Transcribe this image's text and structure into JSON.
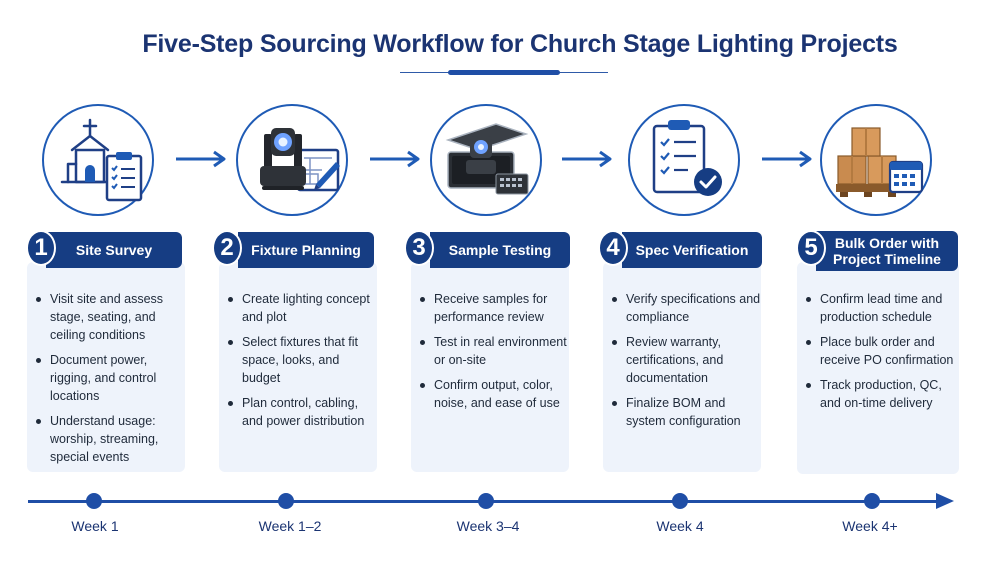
{
  "title": "Five-Step Sourcing Workflow for Church Stage Lighting Projects",
  "colors": {
    "navy": "#163d83",
    "accent": "#1f5bb5",
    "card_bg": "#eef3fb",
    "box_tan": "#c98b4f"
  },
  "steps": [
    {
      "number": "1",
      "title": "Site Survey",
      "icon": "church-clipboard-icon",
      "bullets": [
        "Visit site and assess stage, seating, and ceiling conditions",
        "Document power, rigging, and control locations",
        "Understand usage: worship, streaming, special events"
      ],
      "week": "Week 1"
    },
    {
      "number": "2",
      "title": "Fixture Planning",
      "icon": "moving-head-blueprint-icon",
      "bullets": [
        "Create lighting concept and plot",
        "Select fixtures that fit space, looks, and budget",
        "Plan control, cabling, and power distribution"
      ],
      "week": "Week 1–2"
    },
    {
      "number": "3",
      "title": "Sample Testing",
      "icon": "flight-case-fixture-icon",
      "bullets": [
        "Receive samples for performance review",
        "Test in real environment or on-site",
        "Confirm output, color, noise, and ease of use"
      ],
      "week": "Week 3–4"
    },
    {
      "number": "4",
      "title": "Spec Verification",
      "icon": "checklist-checkmark-icon",
      "bullets": [
        "Verify specifications and compliance",
        "Review warranty, certifications, and documentation",
        "Finalize BOM and system configuration"
      ],
      "week": "Week 4"
    },
    {
      "number": "5",
      "title": "Bulk Order with Project Timeline",
      "icon": "boxes-calendar-icon",
      "bullets": [
        "Confirm lead time and production schedule",
        "Place bulk order and receive PO confirmation",
        "Track production, QC, and on-time delivery"
      ],
      "week": "Week 4+"
    }
  ]
}
